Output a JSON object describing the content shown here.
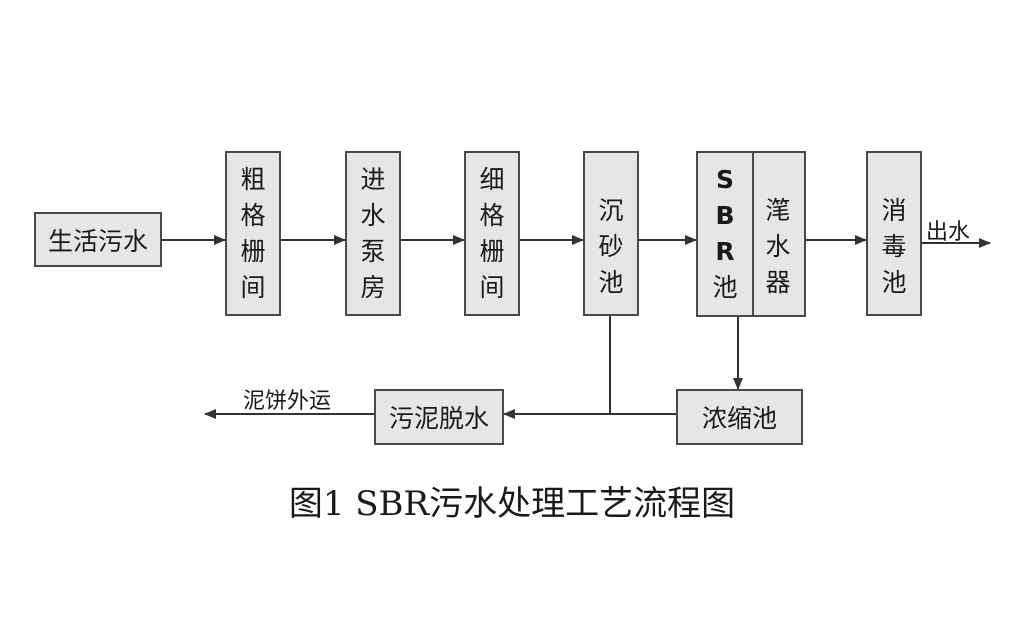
{
  "nodes": {
    "domestic_sewage": "生活污水",
    "coarse_screen": [
      "粗",
      "格",
      "栅",
      "间"
    ],
    "influent_pump": [
      "进",
      "水",
      "泵",
      "房"
    ],
    "fine_screen": [
      "细",
      "格",
      "栅",
      "间"
    ],
    "grit_chamber": [
      "沉",
      "砂",
      "池"
    ],
    "sbr_tank": [
      "S",
      "B",
      "R",
      "池"
    ],
    "decanter": [
      "滗",
      "水",
      "器"
    ],
    "disinfection": [
      "消",
      "毒",
      "池"
    ],
    "thickener": "浓缩池",
    "dewatering": "污泥脱水"
  },
  "labels": {
    "effluent": "出水",
    "sludge_cake_out": "泥饼外运"
  },
  "caption": "图1 SBR污水处理工艺流程图",
  "colors": {
    "box_fill": "#e6e6e6",
    "line": "#4a4a4a"
  }
}
